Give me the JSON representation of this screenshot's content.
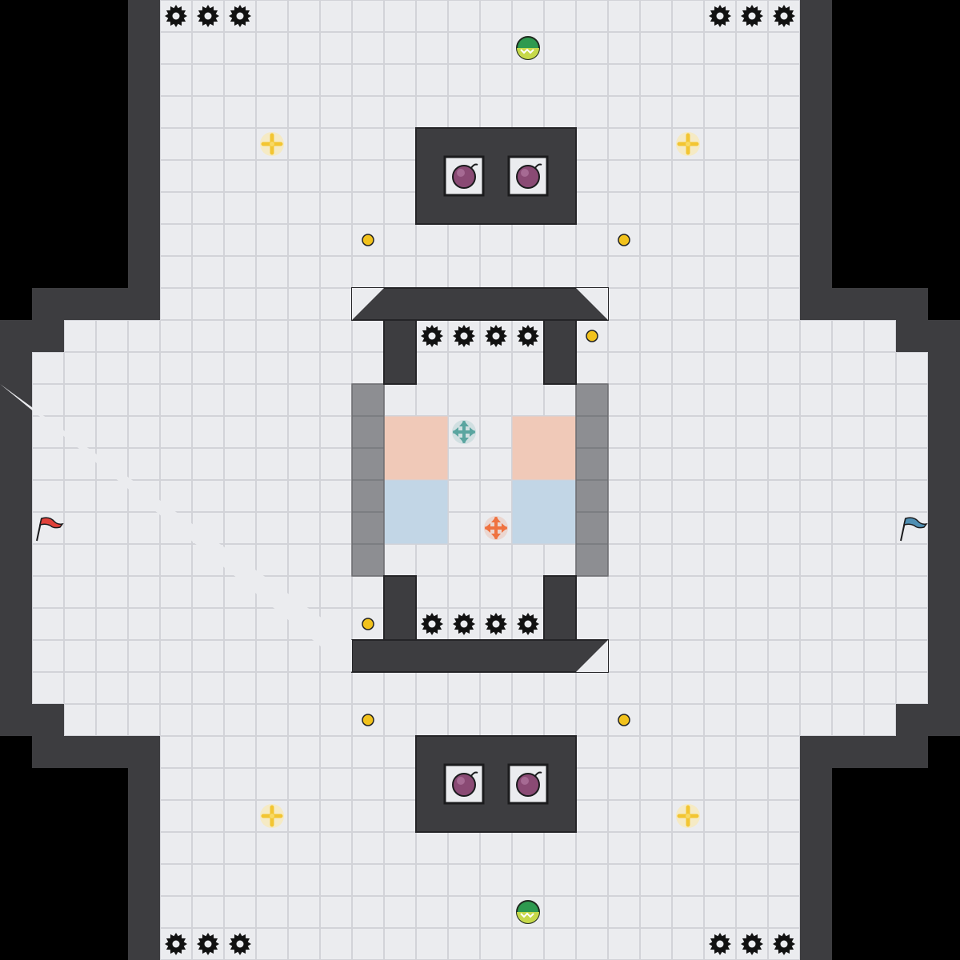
{
  "map": {
    "grid_cols": 30,
    "grid_rows": 30,
    "colors": {
      "void": "#000000",
      "floor": "#ebecef",
      "floor_grid": "#d2d3d8",
      "wall": "#3d3d40",
      "wall_edge": "#242427",
      "grate": "#8d8e92",
      "red_team_zone": "#f0c9b8",
      "blue_team_zone": "#c2d6e6",
      "spike": "#111111",
      "boost": "#f3c531",
      "flag_red": "#e0413a",
      "flag_blue": "#4f8fb3",
      "bomb": "#8a4a74",
      "powerup": "#2e9a4f",
      "teleporter": "#5aa5a0",
      "portal_orange": "#ef7240",
      "pellet": "#f2c21c"
    },
    "floor_rows": [
      [
        5,
        24
      ],
      [
        5,
        24
      ],
      [
        5,
        24
      ],
      [
        5,
        24
      ],
      [
        5,
        24
      ],
      [
        5,
        24
      ],
      [
        5,
        24
      ],
      [
        5,
        24
      ],
      [
        5,
        24
      ],
      [
        5,
        24
      ],
      [
        2,
        27
      ],
      [
        1,
        28
      ],
      [
        1,
        28
      ],
      [
        1,
        28
      ],
      [
        1,
        28
      ],
      [
        1,
        28
      ],
      [
        1,
        28
      ],
      [
        1,
        28
      ],
      [
        1,
        28
      ],
      [
        1,
        28
      ],
      [
        1,
        28
      ],
      [
        1,
        28
      ],
      [
        2,
        27
      ],
      [
        5,
        24
      ],
      [
        5,
        24
      ],
      [
        5,
        24
      ],
      [
        5,
        24
      ],
      [
        5,
        24
      ],
      [
        5,
        24
      ],
      [
        5,
        24
      ]
    ],
    "wall_blocks": [
      {
        "c": 13,
        "r": 4,
        "w": 5,
        "h": 3
      },
      {
        "c": 13,
        "r": 23,
        "w": 5,
        "h": 3
      },
      {
        "c": 11,
        "r": 9,
        "w": 8,
        "h": 1
      },
      {
        "c": 12,
        "r": 10,
        "w": 1,
        "h": 2
      },
      {
        "c": 17,
        "r": 10,
        "w": 1,
        "h": 2
      },
      {
        "c": 11,
        "r": 20,
        "w": 8,
        "h": 1
      },
      {
        "c": 12,
        "r": 18,
        "w": 1,
        "h": 2
      },
      {
        "c": 17,
        "r": 18,
        "w": 1,
        "h": 2
      }
    ],
    "wall_cutouts": [
      {
        "c": 14,
        "r": 5,
        "w": 1,
        "h": 1
      },
      {
        "c": 16,
        "r": 5,
        "w": 1,
        "h": 1
      },
      {
        "c": 14,
        "r": 24,
        "w": 1,
        "h": 1
      },
      {
        "c": 16,
        "r": 24,
        "w": 1,
        "h": 1
      }
    ],
    "grates": [
      {
        "c": 11,
        "r": 12,
        "w": 1,
        "h": 6
      },
      {
        "c": 18,
        "r": 12,
        "w": 1,
        "h": 6
      }
    ],
    "red_zones": [
      {
        "c": 12,
        "r": 13,
        "w": 2,
        "h": 2
      },
      {
        "c": 16,
        "r": 13,
        "w": 2,
        "h": 2
      }
    ],
    "blue_zones": [
      {
        "c": 12,
        "r": 15,
        "w": 2,
        "h": 2
      },
      {
        "c": 16,
        "r": 15,
        "w": 2,
        "h": 2
      }
    ],
    "spikes": [
      [
        5,
        0
      ],
      [
        6,
        0
      ],
      [
        7,
        0
      ],
      [
        22,
        0
      ],
      [
        23,
        0
      ],
      [
        24,
        0
      ],
      [
        13,
        10
      ],
      [
        14,
        10
      ],
      [
        15,
        10
      ],
      [
        16,
        10
      ],
      [
        13,
        19
      ],
      [
        14,
        19
      ],
      [
        15,
        19
      ],
      [
        16,
        19
      ],
      [
        5,
        29
      ],
      [
        6,
        29
      ],
      [
        7,
        29
      ],
      [
        22,
        29
      ],
      [
        23,
        29
      ],
      [
        24,
        29
      ]
    ],
    "boosts": [
      [
        8,
        4
      ],
      [
        21,
        4
      ],
      [
        8,
        25
      ],
      [
        21,
        25
      ]
    ],
    "bombs": [
      [
        14,
        5
      ],
      [
        16,
        5
      ],
      [
        14,
        24
      ],
      [
        16,
        24
      ]
    ],
    "powerups": [
      [
        16,
        1
      ],
      [
        16,
        28
      ]
    ],
    "pellets": [
      [
        11,
        7
      ],
      [
        19,
        7
      ],
      [
        18,
        10
      ],
      [
        11,
        19
      ],
      [
        11,
        22
      ],
      [
        19,
        22
      ]
    ],
    "portals": [
      {
        "c": 14,
        "r": 13,
        "kind": "teleporter"
      },
      {
        "c": 15,
        "r": 16,
        "kind": "portal_orange"
      }
    ],
    "flags": [
      {
        "c": 1,
        "r": 16,
        "team": "red"
      },
      {
        "c": 28,
        "r": 16,
        "team": "blue"
      }
    ]
  }
}
